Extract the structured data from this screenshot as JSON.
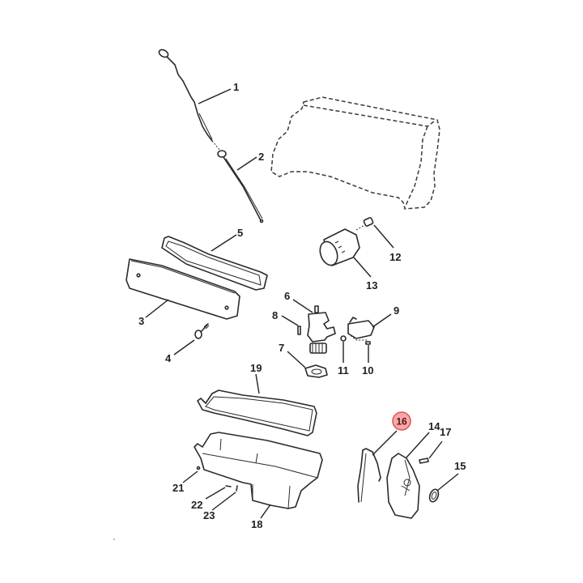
{
  "diagram": {
    "type": "exploded parts view",
    "subject": "engine oiling components",
    "highlighted_callout": "16",
    "highlight_color": "#f7a9a9",
    "highlight_stroke": "#e05050",
    "callouts": [
      {
        "id": "1",
        "label": "1",
        "part": "dipstick"
      },
      {
        "id": "2",
        "label": "2",
        "part": "dipstick-tube"
      },
      {
        "id": "3",
        "label": "3",
        "part": "valve-cover"
      },
      {
        "id": "4",
        "label": "4",
        "part": "valve-cover-bolt"
      },
      {
        "id": "5",
        "label": "5",
        "part": "valve-cover-gasket"
      },
      {
        "id": "6",
        "label": "6",
        "part": "oil-pump"
      },
      {
        "id": "7",
        "label": "7",
        "part": "oil-pump-gasket"
      },
      {
        "id": "8",
        "label": "8",
        "part": "oil-pump-bolt"
      },
      {
        "id": "9",
        "label": "9",
        "part": "oil-pump-screen"
      },
      {
        "id": "10",
        "label": "10",
        "part": "screen-bolt"
      },
      {
        "id": "11",
        "label": "11",
        "part": "screen-nut"
      },
      {
        "id": "12",
        "label": "12",
        "part": "filter-fitting"
      },
      {
        "id": "13",
        "label": "13",
        "part": "oil-filter"
      },
      {
        "id": "14",
        "label": "14",
        "part": "timing-cover"
      },
      {
        "id": "15",
        "label": "15",
        "part": "front-seal"
      },
      {
        "id": "16",
        "label": "16",
        "part": "timing-cover-gasket"
      },
      {
        "id": "17",
        "label": "17",
        "part": "timing-cover-bolt"
      },
      {
        "id": "18",
        "label": "18",
        "part": "oil-pan"
      },
      {
        "id": "19",
        "label": "19",
        "part": "oil-pan-gasket"
      },
      {
        "id": "21",
        "label": "21",
        "part": "pan-bolt"
      },
      {
        "id": "22",
        "label": "22",
        "part": "drain-plug"
      },
      {
        "id": "23",
        "label": "23",
        "part": "drain-plug-washer"
      }
    ]
  },
  "labels": {
    "c1": "1",
    "c2": "2",
    "c3": "3",
    "c4": "4",
    "c5": "5",
    "c6": "6",
    "c7": "7",
    "c8": "8",
    "c9": "9",
    "c10": "10",
    "c11": "11",
    "c12": "12",
    "c13": "13",
    "c14": "14",
    "c15": "15",
    "c16": "16",
    "c17": "17",
    "c18": "18",
    "c19": "19",
    "c21": "21",
    "c22": "22",
    "c23": "23"
  }
}
